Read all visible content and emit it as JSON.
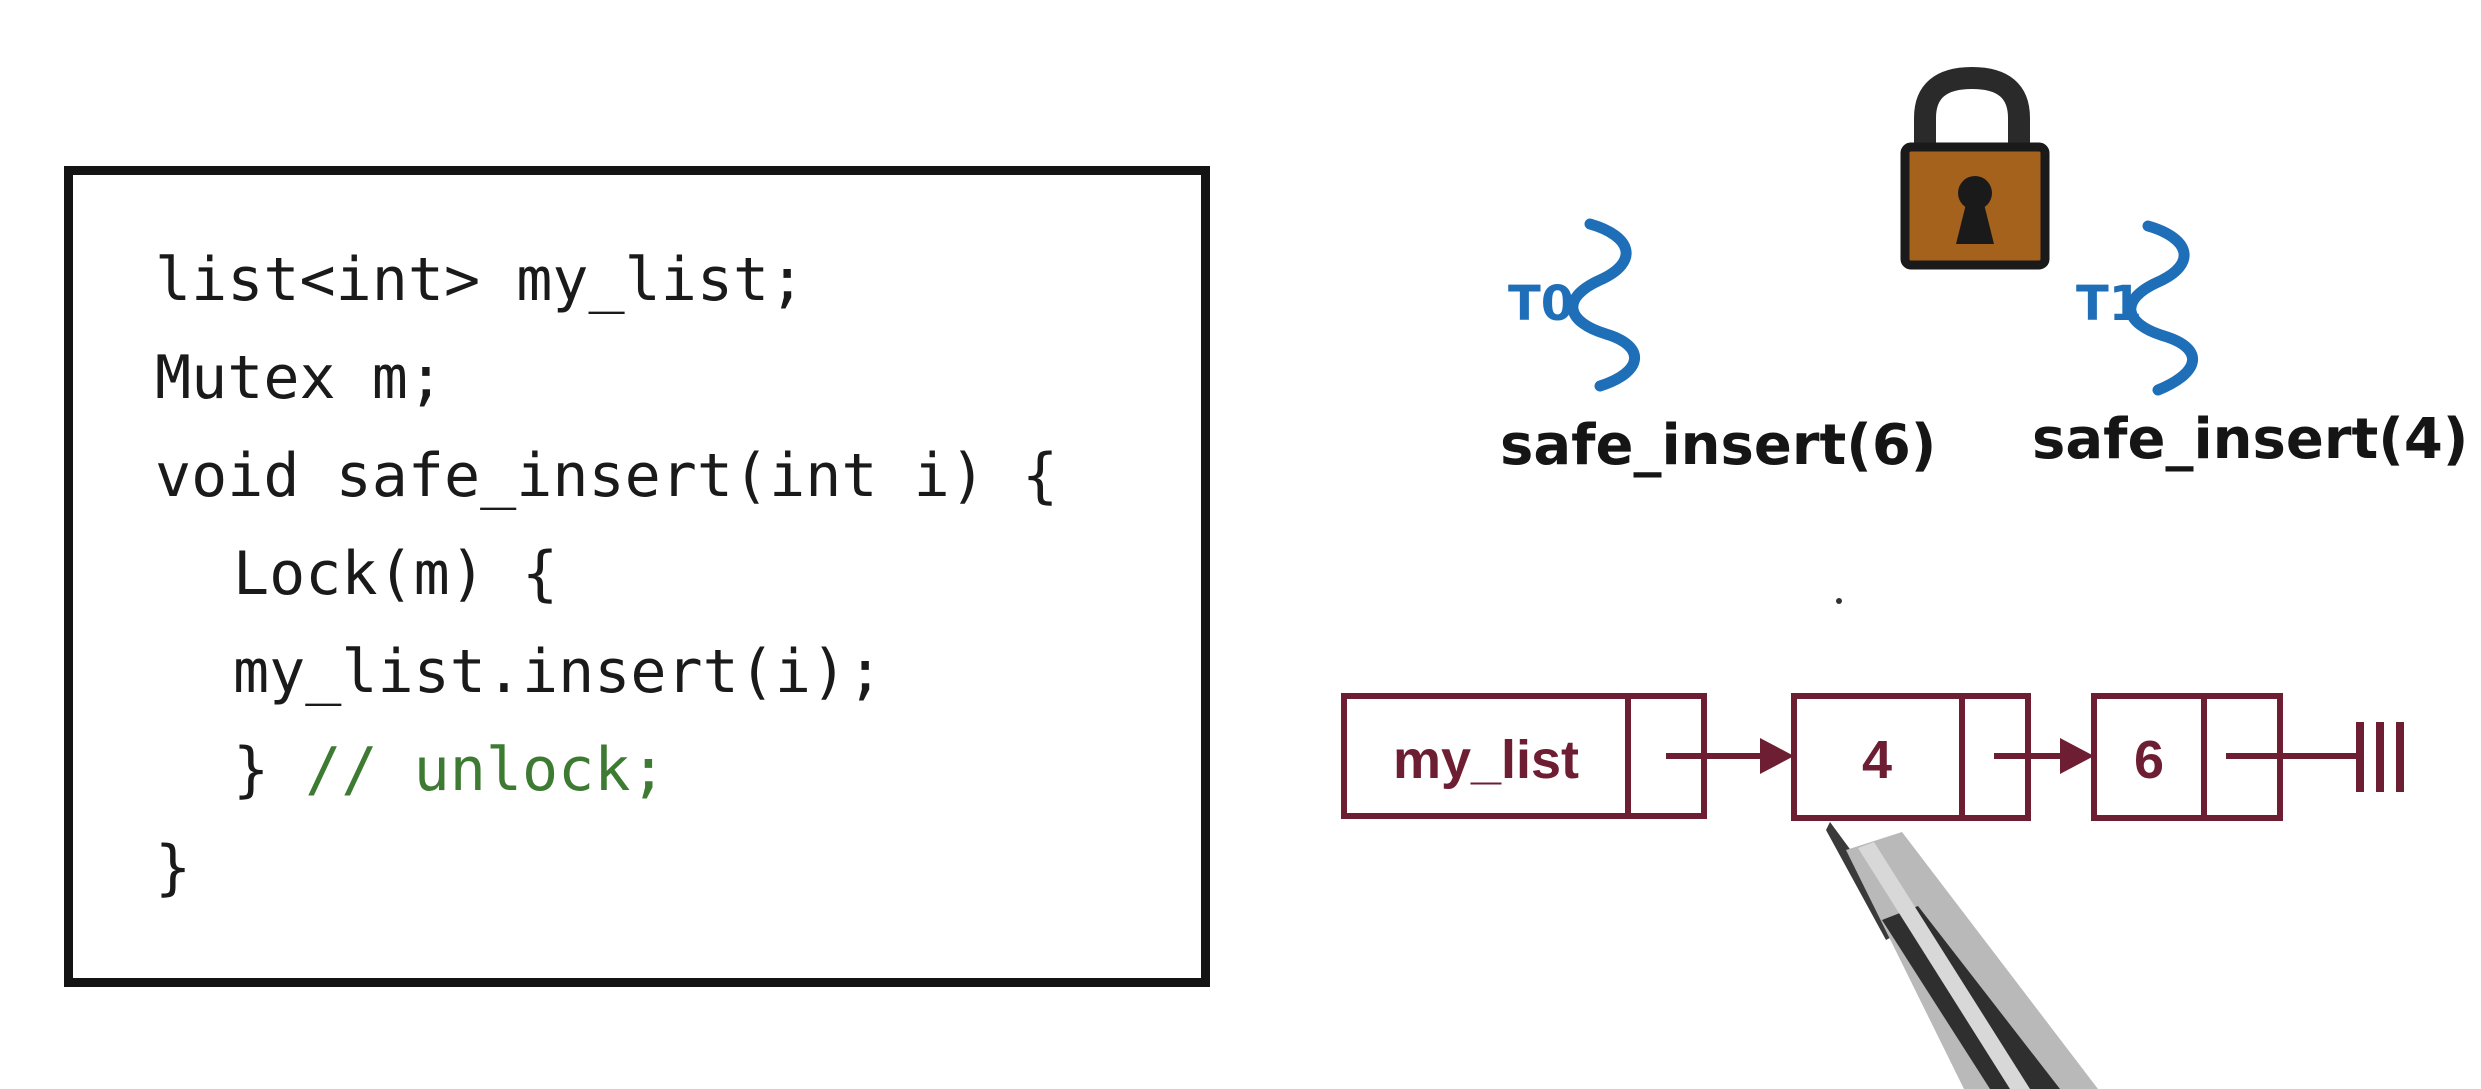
{
  "code": {
    "lines": [
      "list<int> my_list;",
      "Mutex m;",
      "void safe_insert(int i) {",
      "Lock(m) {",
      "my_list.insert(i);",
      "} ",
      "}"
    ],
    "comment": "// unlock;"
  },
  "threads": [
    {
      "label": "T0",
      "call": "safe_insert(6)"
    },
    {
      "label": "T1",
      "call": "safe_insert(4)"
    }
  ],
  "list": {
    "head_label": "my_list",
    "nodes": [
      "4",
      "6"
    ]
  },
  "colors": {
    "code_text": "#1a1a1a",
    "comment": "#3d7a32",
    "thread_blue": "#1f6fb8",
    "list_maroon": "#6e1e33",
    "lock_body": "#a5621c",
    "lock_shackle": "#2a2a2a"
  },
  "icons": [
    "lock-icon",
    "thread-squiggle-icon",
    "pen-icon"
  ]
}
